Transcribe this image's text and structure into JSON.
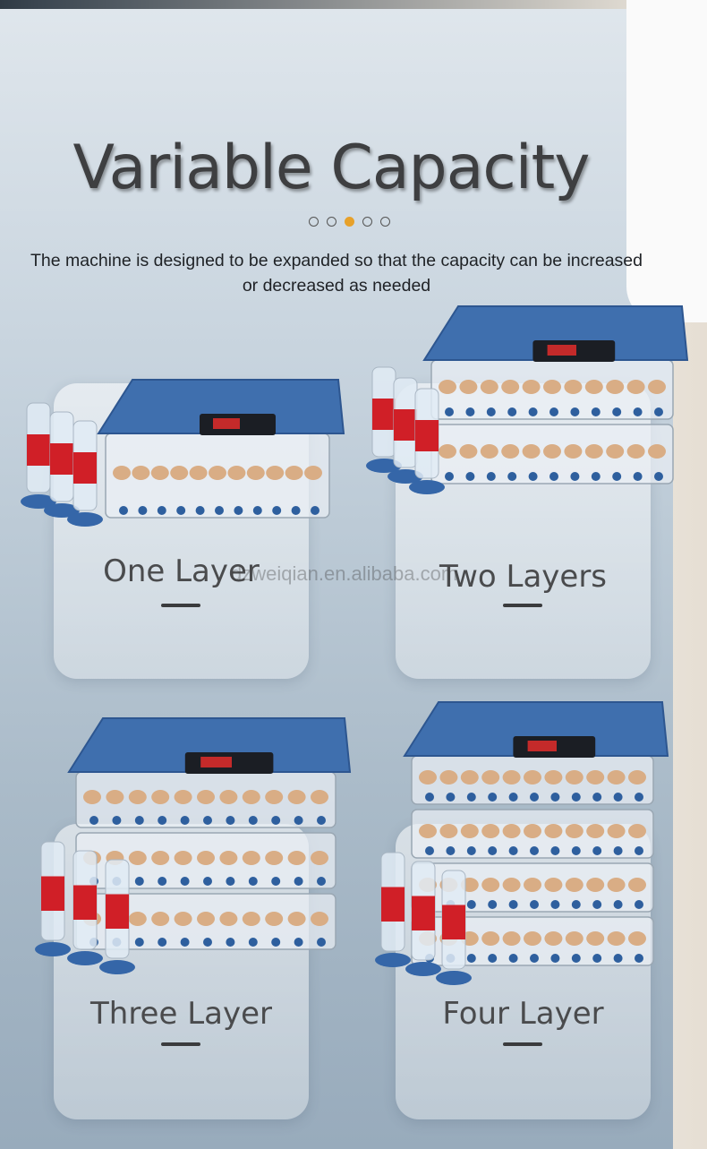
{
  "title": "Variable Capacity",
  "pagination": {
    "count": 5,
    "active_index": 2
  },
  "subtitle_line1": "The machine is designed to be expanded so that the capacity can be increased",
  "subtitle_line2": "or decreased as needed",
  "watermark": "dzweiqian.en.alibaba.com",
  "cards": [
    {
      "label": "One Layer",
      "layers": 1
    },
    {
      "label": "Two Layers",
      "layers": 2
    },
    {
      "label": "Three Layer",
      "layers": 3
    },
    {
      "label": "Four Layer",
      "layers": 4
    }
  ],
  "colors": {
    "accent": "#e7a12a",
    "incubator_blue": "#3f6fae",
    "bottle_red": "#d01f27"
  }
}
